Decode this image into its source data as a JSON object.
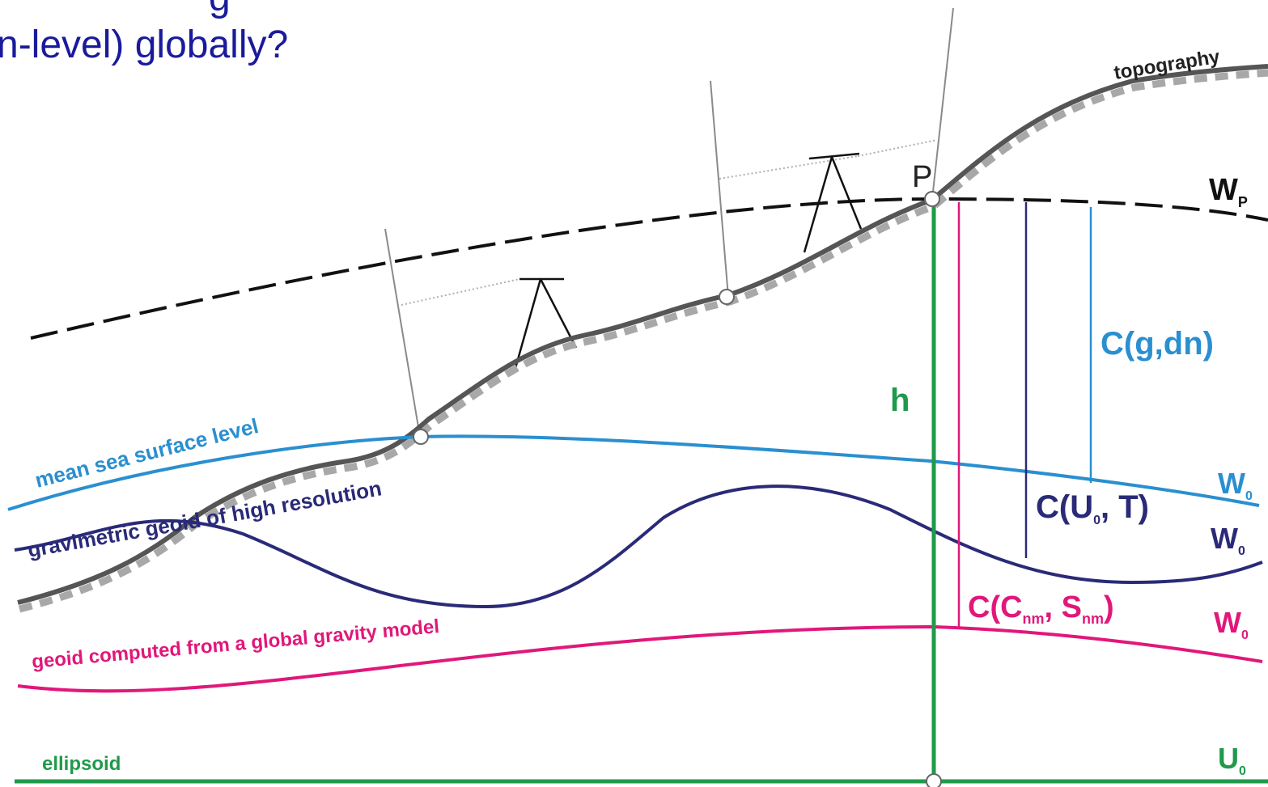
{
  "heading": {
    "line1_fragment": "g",
    "line2": "n-level) globally?"
  },
  "labels": {
    "topography": "topography",
    "point": "P",
    "h": "h",
    "mean_sea_surface": "mean sea surface level",
    "gravimetric_geoid": "gravimetric geoid of high resolution",
    "ggm_geoid": "geoid computed from a global gravity model",
    "ellipsoid": "ellipsoid",
    "c_g_dn": "C(g,dn)",
    "c_u0_t": {
      "base": "C(U",
      "sub": "0",
      "tail": ", T)"
    },
    "c_cnm_snm": {
      "base": "C(C",
      "sub1": "nm",
      "mid": ", S",
      "sub2": "nm",
      "tail": ")"
    },
    "w_p": {
      "base": "W",
      "sub": "P"
    },
    "w0_msl": {
      "base": "W",
      "sub": "0"
    },
    "w0_grav": {
      "base": "W",
      "sub": "0"
    },
    "w0_ggm": {
      "base": "W",
      "sub": "0"
    },
    "u0": {
      "base": "U",
      "sub": "0"
    }
  },
  "colors": {
    "heading": "#1a1a9c",
    "mean_sea_surface": "#2a8fd0",
    "gravimetric_geoid": "#2a2a78",
    "ggm_geoid": "#e0187a",
    "ellipsoid_and_h": "#1f9a4a",
    "topography": "#555555",
    "level_surface": "#111111"
  }
}
